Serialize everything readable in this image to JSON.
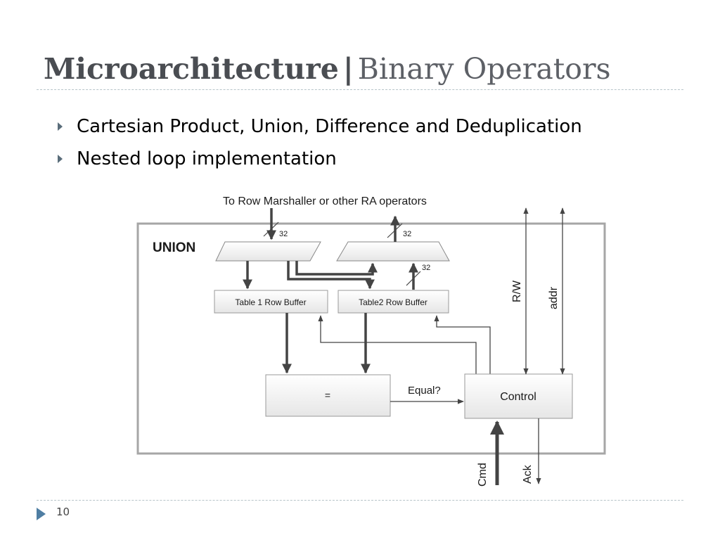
{
  "slide": {
    "title_bold": "Microarchitecture",
    "title_separator": "|",
    "title_rest": "Binary Operators",
    "bullets": [
      "Cartesian Product, Union, Difference and Deduplication",
      "Nested loop implementation"
    ],
    "page_number": "10"
  },
  "diagram": {
    "top_label": "To Row Marshaller or other RA operators",
    "box_label": "UNION",
    "bus_width_left": "32",
    "bus_width_right_top": "32",
    "bus_width_right_buffer": "32",
    "buffer1_label": "Table 1 Row Buffer",
    "buffer2_label": "Table2 Row Buffer",
    "comparator_label": "=",
    "equal_label": "Equal?",
    "control_label": "Control",
    "rw_label": "R/W",
    "addr_label": "addr",
    "cmd_label": "Cmd",
    "ack_label": "Ack"
  }
}
